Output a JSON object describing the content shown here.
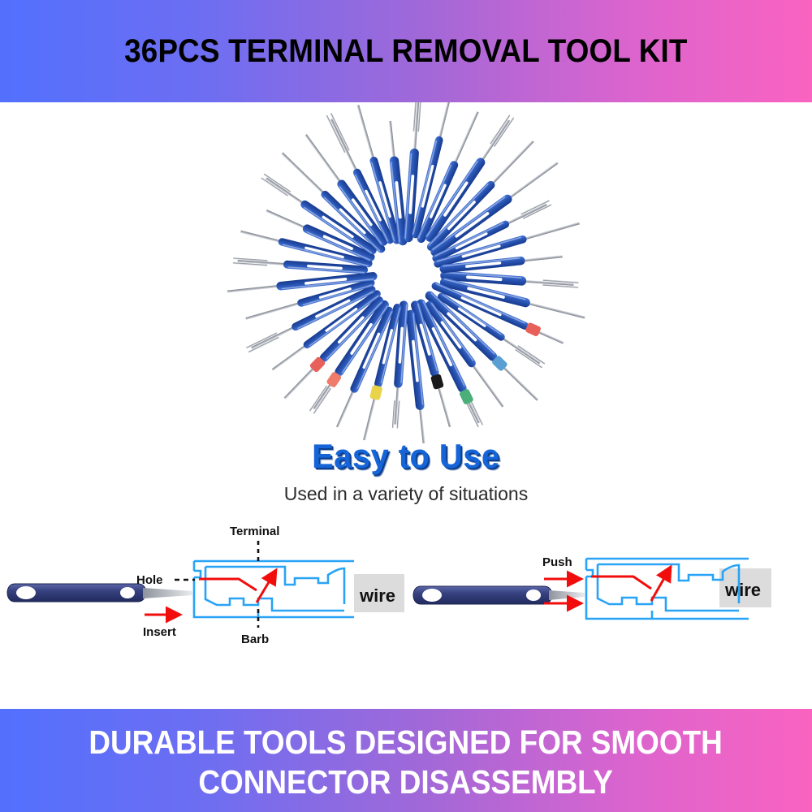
{
  "header": {
    "title": "36PCS TERMINAL REMOVAL TOOL KIT"
  },
  "hero": {
    "alt_name": "radial-arrangement-of-36-terminal-removal-tools",
    "tool_count": 36,
    "handle_color": "#2a56b5",
    "handle_dark": "#1a3e8c",
    "tip_color": "#b9bcc2",
    "cap_colors": [
      "#e8605a",
      "#5a9fd4",
      "#4caf7a",
      "#1a1a1a",
      "#e8d34a",
      "#ef7b6a",
      "#e8605a"
    ]
  },
  "easy": {
    "title": "Easy to Use",
    "title_color": "#1565d8",
    "subtitle": "Used in a variety of situations"
  },
  "diagrams": {
    "left": {
      "name": "insert-step-diagram",
      "labels": {
        "terminal": "Terminal",
        "hole": "Hole",
        "insert": "Insert",
        "barb": "Barb",
        "wire": "wire"
      }
    },
    "right": {
      "name": "push-step-diagram",
      "labels": {
        "push": "Push",
        "wire": "wire"
      }
    },
    "colors": {
      "connector_outline": "#29a3f5",
      "arrow": "#f20d0d",
      "handle": "#36417f",
      "wire_box": "#dcdcdc"
    }
  },
  "footer": {
    "line1": "DURABLE TOOLS DESIGNED FOR SMOOTH",
    "line2": "CONNECTOR DISASSEMBLY"
  },
  "theme": {
    "gradient_start": "#5270fd",
    "gradient_mid": "#a168d8",
    "gradient_end": "#fa63c0"
  }
}
